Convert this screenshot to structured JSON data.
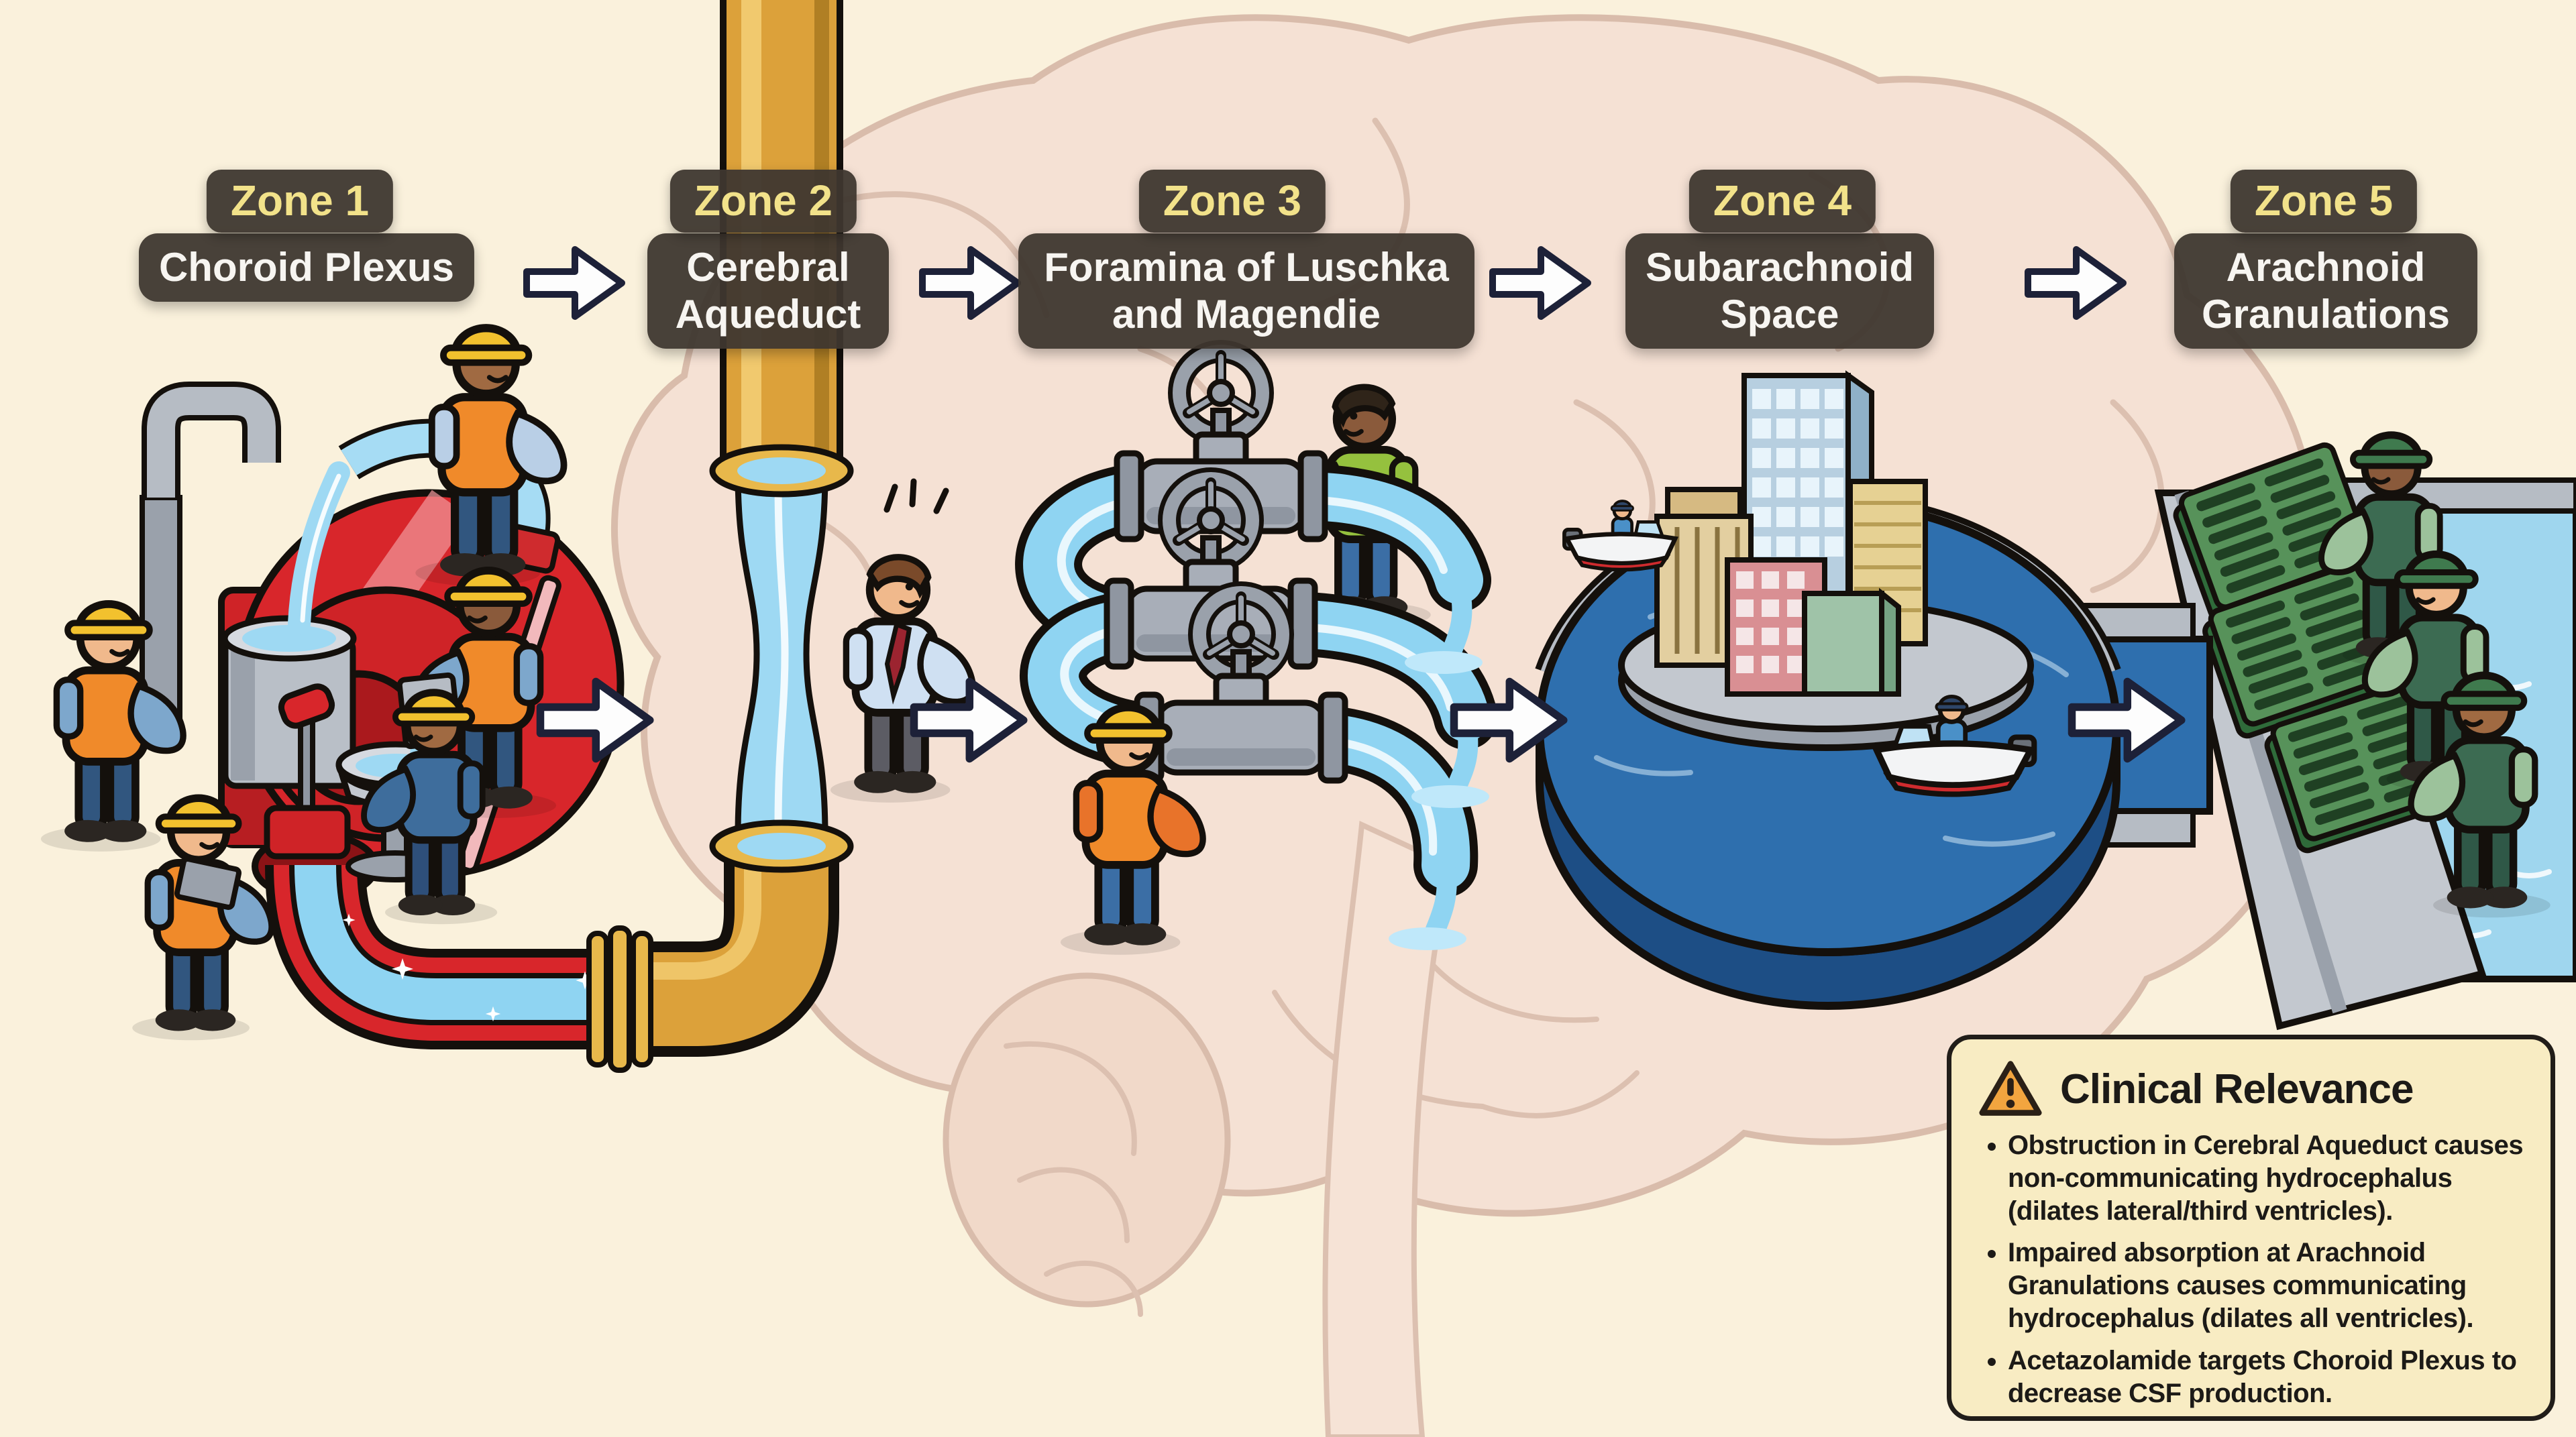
{
  "zones": [
    {
      "zone": "Zone 1",
      "name": "Choroid Plexus"
    },
    {
      "zone": "Zone 2",
      "name": "Cerebral Aqueduct"
    },
    {
      "zone": "Zone 3",
      "name": "Foramina of Luschka and Magendie"
    },
    {
      "zone": "Zone 4",
      "name": "Subarachnoid Space"
    },
    {
      "zone": "Zone 5",
      "name": "Arachnoid Granulations"
    }
  ],
  "clinical": {
    "title": "Clinical Relevance",
    "bullets": [
      "Obstruction in Cerebral Aqueduct causes non-communicating hydrocephalus (dilates lateral/third ventricles).",
      "Impaired absorption at Arachnoid Granulations causes communicating hydrocephalus (dilates all ventricles).",
      "Acetazolamide targets Choroid Plexus to decrease CSF production."
    ]
  },
  "icons": {
    "warning": "warning-triangle-icon",
    "flow_arrow": "right-arrow-icon"
  },
  "colors": {
    "background": "#faf1dc",
    "label_box": "#3e372f",
    "zone_badge_text": "#f2e28a",
    "label_text": "#f7f5f1",
    "brain_fill": "#f5e1d4",
    "brain_line": "#d9bcab",
    "machine_red": "#d8262b",
    "pipe_gold": "#dca13a",
    "water_light": "#8fd4f2",
    "moat_blue": "#2e6fae",
    "grate_green": "#57925a",
    "clinical_bg": "#f8ecc3",
    "warning_orange": "#f2a53f"
  }
}
